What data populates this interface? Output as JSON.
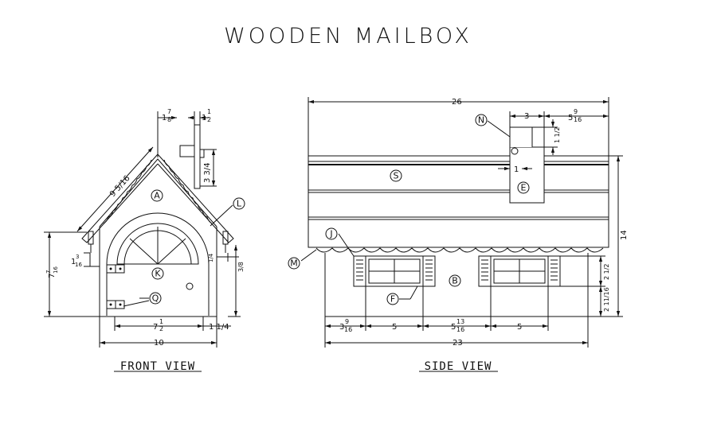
{
  "title": "WOODEN MAILBOX",
  "views": {
    "front": "FRONT VIEW",
    "side": "SIDE VIEW"
  },
  "front": {
    "dims": {
      "top_a_whole": "1",
      "top_a_num": "7",
      "top_a_den": "8",
      "top_b_whole": "1",
      "top_b_num": "1",
      "top_b_den": "2",
      "roof": "9 5/16",
      "flag_h": "3 3/4",
      "left_h_whole": "7",
      "left_h_num": "7",
      "left_h_den": "16",
      "left_small_whole": "1",
      "left_small_num": "3",
      "left_small_den": "16",
      "right_small": "1/4",
      "right_h": "3/8",
      "bottom_whole": "7",
      "bottom_num": "1",
      "bottom_den": "2",
      "bottom_right": "1 1/4",
      "width": "10"
    },
    "parts": [
      "A",
      "L",
      "K",
      "Q"
    ]
  },
  "side": {
    "dims": {
      "length": "26",
      "flag_w": "3",
      "flag_off_whole": "5",
      "flag_off_num": "9",
      "flag_off_den": "16",
      "flag_h": "1 1/2",
      "flag_gap": "1",
      "height": "14",
      "win_h": "2 1/2",
      "win_bottom": "2 11/16",
      "b1_whole": "3",
      "b1_num": "9",
      "b1_den": "16",
      "b2": "5",
      "b3_whole": "5",
      "b3_num": "13",
      "b3_den": "16",
      "b4": "5",
      "base": "23"
    },
    "parts": [
      "N",
      "S",
      "E",
      "J",
      "M",
      "B",
      "F"
    ]
  }
}
